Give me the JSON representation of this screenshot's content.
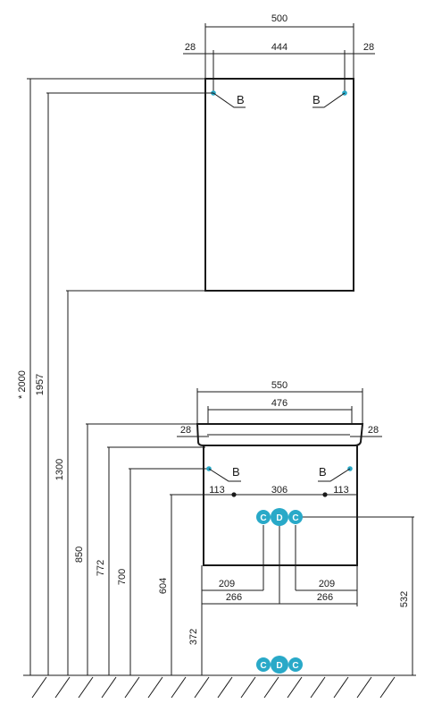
{
  "dims": {
    "top_width": "500",
    "top_inner": "444",
    "top_left_offset": "28",
    "top_right_offset": "28",
    "vanity_width": "550",
    "vanity_inner": "476",
    "vanity_left_offset": "28",
    "vanity_right_offset": "28",
    "h_total": "* 2000",
    "h_1957": "1957",
    "h_1300": "1300",
    "h_850": "850",
    "h_772": "772",
    "h_700": "700",
    "h_604": "604",
    "h_372": "372",
    "h_532": "532",
    "hole_left": "113",
    "hole_mid": "306",
    "hole_right": "113",
    "left_209": "209",
    "left_266": "266",
    "right_209": "209",
    "right_266": "266"
  },
  "labels": {
    "mirror_mount_left": "B",
    "mirror_mount_right": "B",
    "vanity_mount_left": "B",
    "vanity_mount_right": "B",
    "pipe_c1": "C",
    "pipe_d1": "D",
    "pipe_c2": "C",
    "floor_c1": "C",
    "floor_d1": "D",
    "floor_c2": "C"
  },
  "colors": {
    "line": "#1a1a1a",
    "accent": "#29a9c8"
  }
}
